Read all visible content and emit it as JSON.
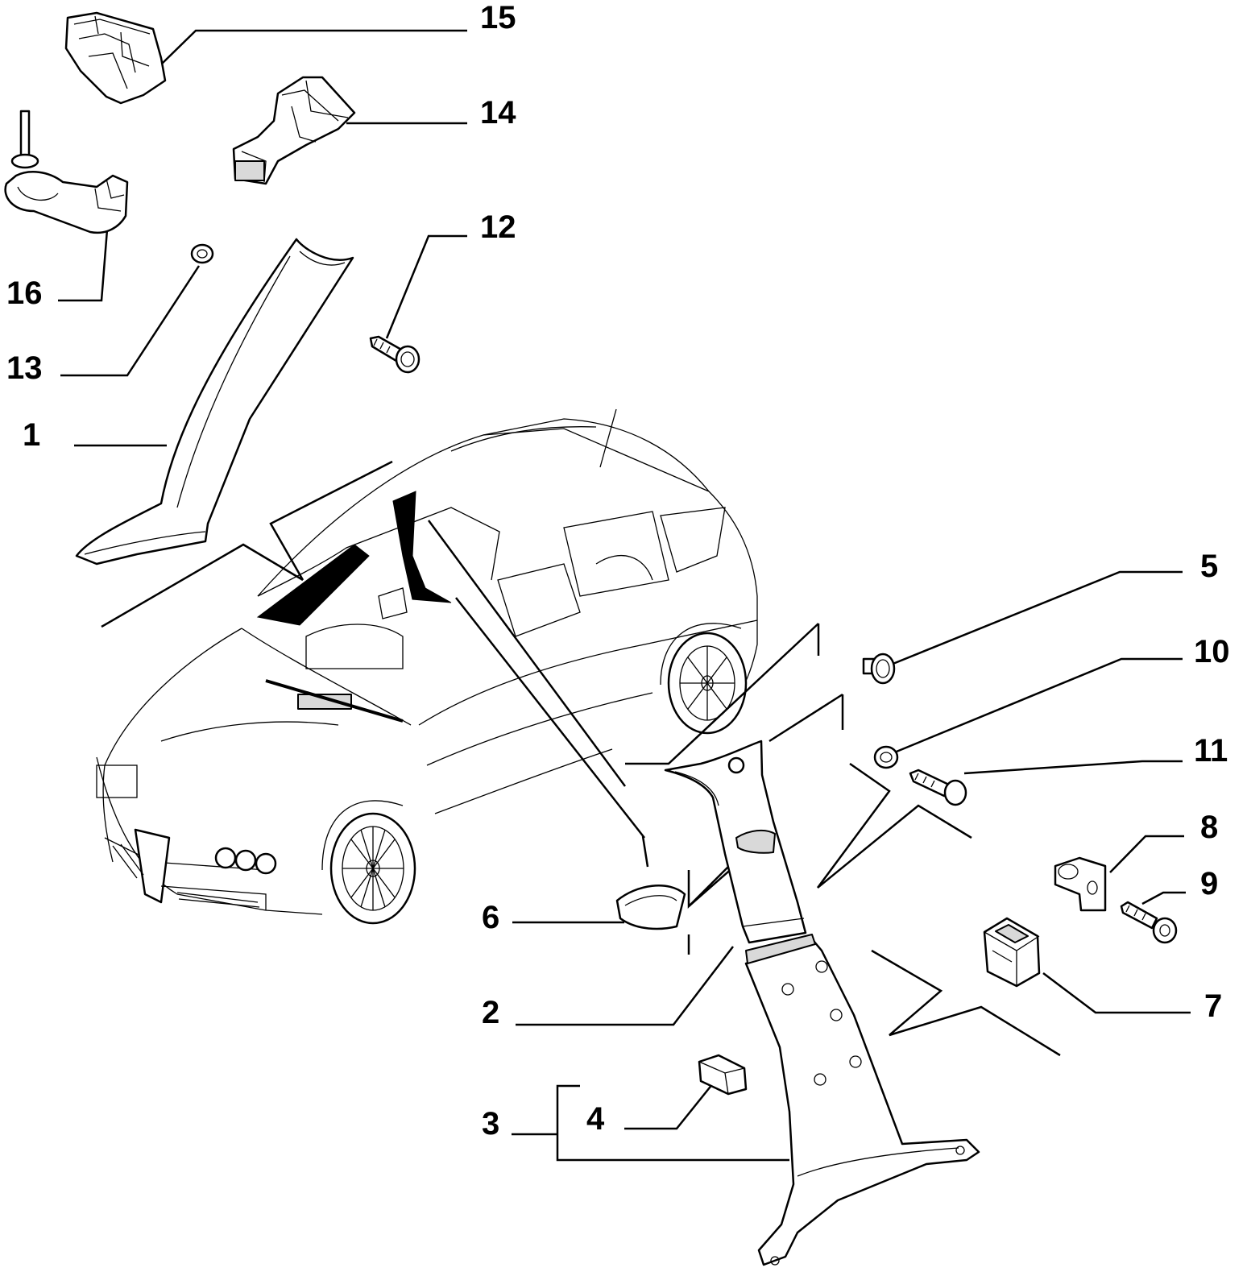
{
  "callouts": [
    {
      "id": "p15",
      "label": "15"
    },
    {
      "id": "p14",
      "label": "14"
    },
    {
      "id": "p12",
      "label": "12"
    },
    {
      "id": "p16",
      "label": "16"
    },
    {
      "id": "p13",
      "label": "13"
    },
    {
      "id": "p1",
      "label": "1"
    },
    {
      "id": "p5",
      "label": "5"
    },
    {
      "id": "p10",
      "label": "10"
    },
    {
      "id": "p11",
      "label": "11"
    },
    {
      "id": "p8",
      "label": "8"
    },
    {
      "id": "p9",
      "label": "9"
    },
    {
      "id": "p6",
      "label": "6"
    },
    {
      "id": "p7",
      "label": "7"
    },
    {
      "id": "p2",
      "label": "2"
    },
    {
      "id": "p3",
      "label": "3"
    },
    {
      "id": "p4",
      "label": "4"
    }
  ],
  "colors": {
    "ink": "#000000",
    "paper": "#ffffff",
    "shade": "#d9d9d9"
  }
}
